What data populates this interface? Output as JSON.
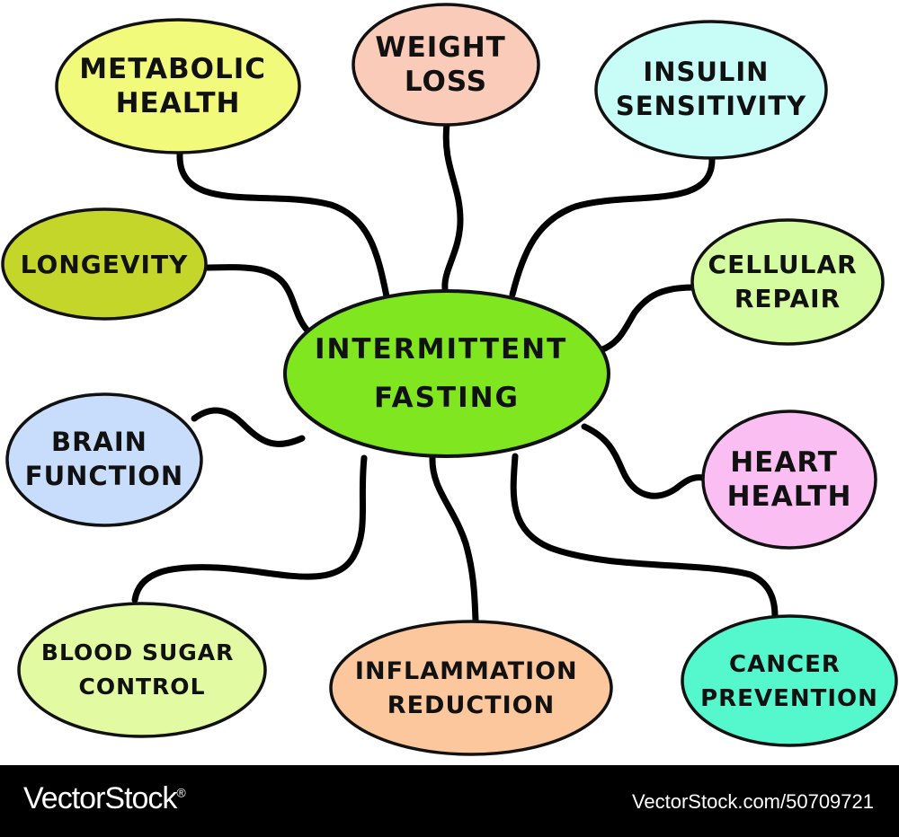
{
  "center": {
    "lines": [
      "INTERMITTENT",
      "FASTING"
    ],
    "color": "#7FE61F"
  },
  "nodes": [
    {
      "id": "metabolic-health",
      "lines": [
        "METABOLIC",
        "HEALTH"
      ],
      "color": "#F1FA7A"
    },
    {
      "id": "weight-loss",
      "lines": [
        "WEIGHT",
        "LOSS"
      ],
      "color": "#FACBB8"
    },
    {
      "id": "insulin-sensitivity",
      "lines": [
        "INSULIN",
        "SENSITIVITY"
      ],
      "color": "#C8FCF6"
    },
    {
      "id": "longevity",
      "lines": [
        "LONGEVITY"
      ],
      "color": "#C5D62B"
    },
    {
      "id": "cellular-repair",
      "lines": [
        "CELLULAR",
        "REPAIR"
      ],
      "color": "#D6FCA1"
    },
    {
      "id": "brain-function",
      "lines": [
        "BRAIN",
        "FUNCTION"
      ],
      "color": "#C8DDFC"
    },
    {
      "id": "heart-health",
      "lines": [
        "HEART",
        "HEALTH"
      ],
      "color": "#FBBEF2"
    },
    {
      "id": "blood-sugar-control",
      "lines": [
        "BLOOD SUGAR",
        "CONTROL"
      ],
      "color": "#E2FBA3"
    },
    {
      "id": "inflammation-reduction",
      "lines": [
        "INFLAMMATION",
        "REDUCTION"
      ],
      "color": "#FCC79D"
    },
    {
      "id": "cancer-prevention",
      "lines": [
        "CANCER",
        "PREVENTION"
      ],
      "color": "#55F7CC"
    }
  ],
  "footer": {
    "brand": "VectorStock",
    "brand_mark": "®",
    "url": "VectorStock.com/50709721"
  }
}
